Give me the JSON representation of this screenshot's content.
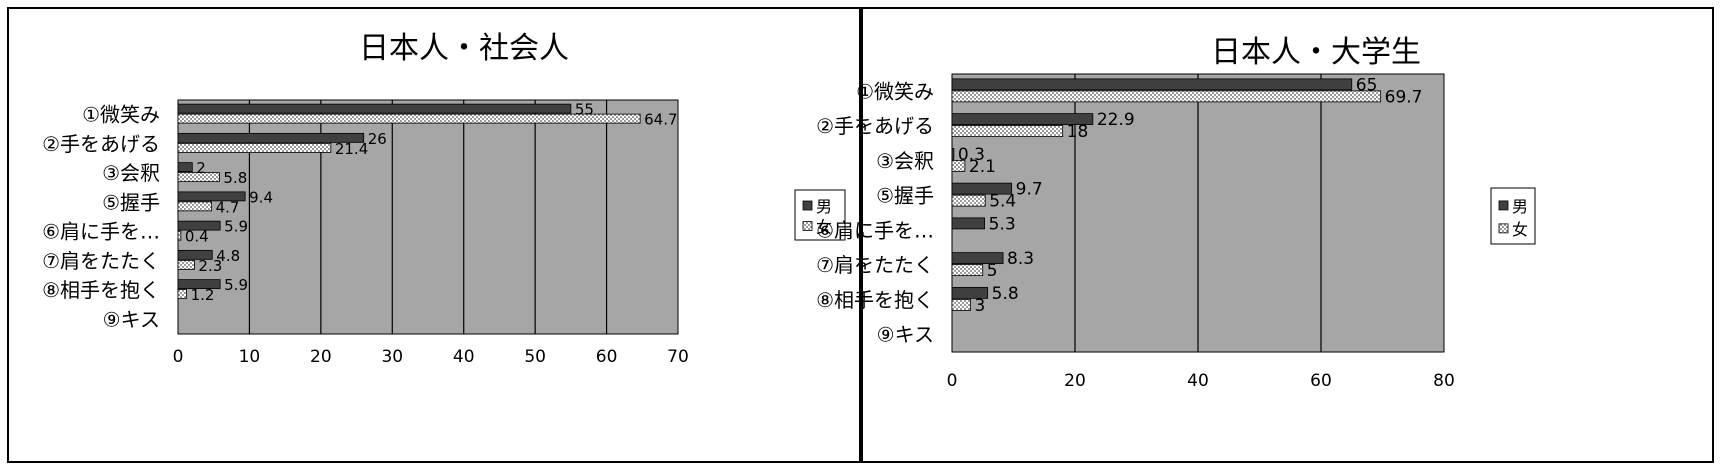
{
  "colors": {
    "plot_bg": "#a6a6a6",
    "male_bar": "#404040",
    "female_bar_check_light": "#ffffff",
    "female_bar_check_dark": "#9a9a9a",
    "frame": "#000000"
  },
  "chart_data": [
    {
      "type": "bar",
      "orientation": "horizontal",
      "title": "日本人・社会人",
      "categories": [
        "①微笑み",
        "②手をあげる",
        "③会釈",
        "⑤握手",
        "⑥肩に手を…",
        "⑦肩をたたく",
        "⑧相手を抱く",
        "⑨キス"
      ],
      "series": [
        {
          "name": "男",
          "values": [
            55,
            26,
            2,
            9.4,
            5.9,
            4.8,
            5.9,
            null
          ],
          "labels": [
            "55",
            "26",
            "2",
            "9.4",
            "5.9",
            "4.8",
            "5.9",
            ""
          ]
        },
        {
          "name": "女",
          "values": [
            64.7,
            21.4,
            5.8,
            4.7,
            0.4,
            2.3,
            1.2,
            null
          ],
          "labels": [
            "64.7",
            "21.4",
            "5.8",
            "4.7",
            "0.4",
            "2.3",
            "1.2",
            ""
          ]
        }
      ],
      "xlim": [
        0,
        70
      ],
      "x_ticks": [
        0,
        10,
        20,
        30,
        40,
        50,
        60,
        70
      ],
      "x_tick_labels": [
        "0",
        "10",
        "20",
        "30",
        "40",
        "50",
        "60",
        "70"
      ],
      "grid": "vertical",
      "legend_position": "right"
    },
    {
      "type": "bar",
      "orientation": "horizontal",
      "title": "日本人・大学生",
      "categories": [
        "①微笑み",
        "②手をあげる",
        "③会釈",
        "⑤握手",
        "⑥肩に手を…",
        "⑦肩をたたく",
        "⑧相手を抱く",
        "⑨キス"
      ],
      "series": [
        {
          "name": "男",
          "values": [
            65,
            22.9,
            0.3,
            9.7,
            5.3,
            8.3,
            5.8,
            null
          ],
          "labels": [
            "65",
            "22.9",
            "0.3",
            "9.7",
            "5.3",
            "8.3",
            "5.8",
            ""
          ]
        },
        {
          "name": "女",
          "values": [
            69.7,
            18,
            2.1,
            5.4,
            null,
            5,
            3,
            null
          ],
          "labels": [
            "69.7",
            "18",
            "2.1",
            "5.4",
            "",
            "5",
            "3",
            ""
          ]
        }
      ],
      "xlim": [
        0,
        80
      ],
      "x_ticks": [
        0,
        20,
        40,
        60,
        80
      ],
      "x_tick_labels": [
        "0",
        "20",
        "40",
        "60",
        "80"
      ],
      "grid": "vertical",
      "legend_position": "right"
    }
  ]
}
